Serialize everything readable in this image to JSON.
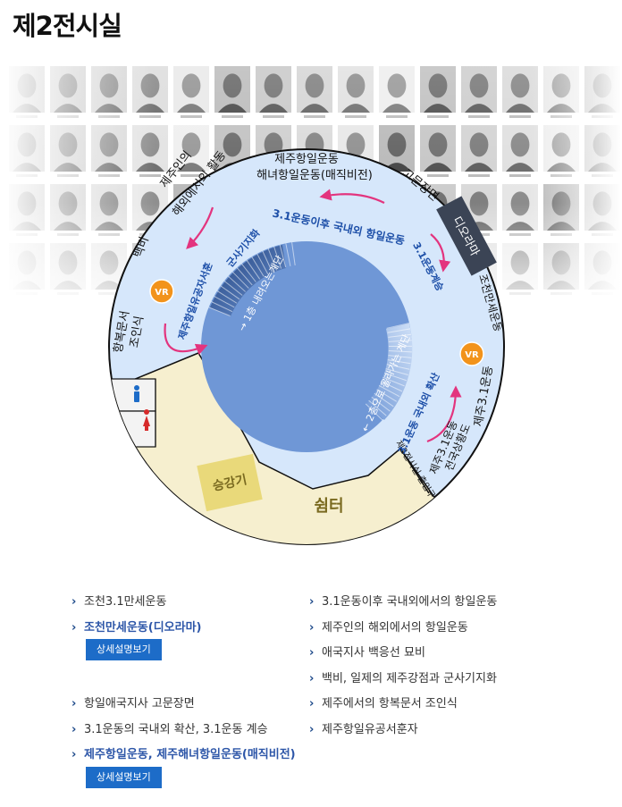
{
  "page_title": "제2전시실",
  "map": {
    "outer_sections": {
      "top": [
        "제주항일운동",
        "해녀항일운동(매직비전)"
      ],
      "gomun": "고문장면",
      "diorama": "디오라마",
      "joseon": "조천만세운동",
      "jeju31": "제주3.1운동",
      "jeonguk": [
        "제주3.1운동",
        "전국상황도"
      ],
      "baekbi": "백비",
      "overseas": [
        "제주인의",
        "해외에서의 활동"
      ],
      "hangbok": [
        "항복문서",
        "조인식"
      ]
    },
    "inner_labels": {
      "domestic": "3.1운동이후 국내외 항일운동",
      "succession": "3.1운동계승",
      "spread": "3.1운동 국내외 확산",
      "military": "군사기지화",
      "merit": "제주항일유공자서훈",
      "down_stairs": "→ 1층 내려오는계단",
      "up_stairs": "← 2층으로 올라가는 계단"
    },
    "vr_label": "VR",
    "elevator": "승강기",
    "rest": "쉼터",
    "hall_label": "제2전시실 출입구"
  },
  "list": {
    "left": [
      "조천3.1만세운동",
      "조천만세운동(디오라마)",
      "항일애국지사 고문장면",
      "3.1운동의 국내외 확산, 3.1운동 계승",
      "제주항일운동, 제주해녀항일운동(매직비전)"
    ],
    "right": [
      "3.1운동이후 국내외에서의 항일운동",
      "제주인의 해외에서의 항일운동",
      "애국지사 백응선 묘비",
      "백비, 일제의 제주강점과 군사기지화",
      "제주에서의 항복문서 조인식",
      "제주항일유공서훈자"
    ],
    "detail_button": "상세설명보기"
  },
  "colors": {
    "ring": "#d6e7fb",
    "inner": "#6f97d6",
    "rest_area": "#f6efcf",
    "elevator": "#e9d97a",
    "accent": "#1d6cc8",
    "arrow": "#e3347e",
    "vr": "#f2931b",
    "diorama": "#3b4455"
  }
}
